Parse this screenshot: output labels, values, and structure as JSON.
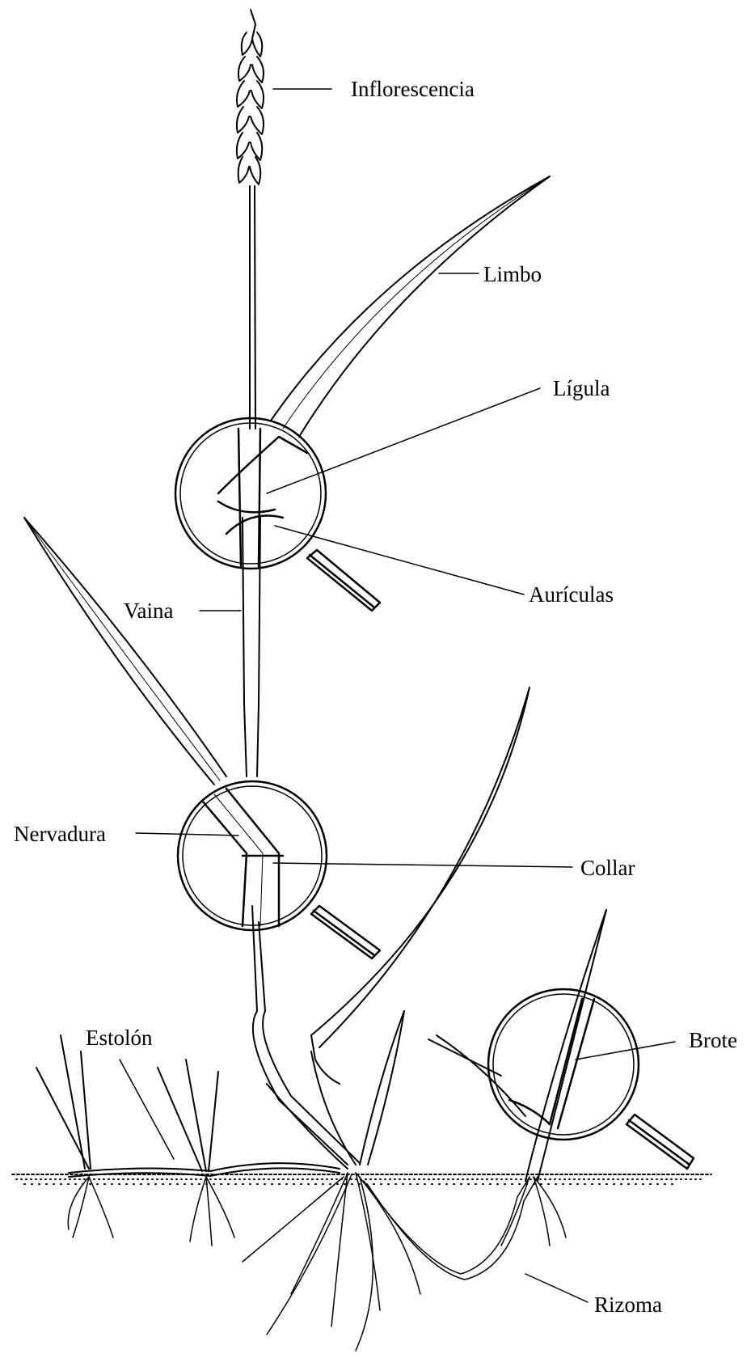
{
  "labels": {
    "inflorescencia": "Inflorescencia",
    "limbo": "Limbo",
    "ligula": "Lígula",
    "auriculas": "Aurículas",
    "vaina": "Vaina",
    "nervadura": "Nervadura",
    "collar": "Collar",
    "estolon": "Estolón",
    "brote": "Brote",
    "rizoma": "Rizoma"
  },
  "colors": {
    "ink": "#000000",
    "background": "#ffffff"
  }
}
